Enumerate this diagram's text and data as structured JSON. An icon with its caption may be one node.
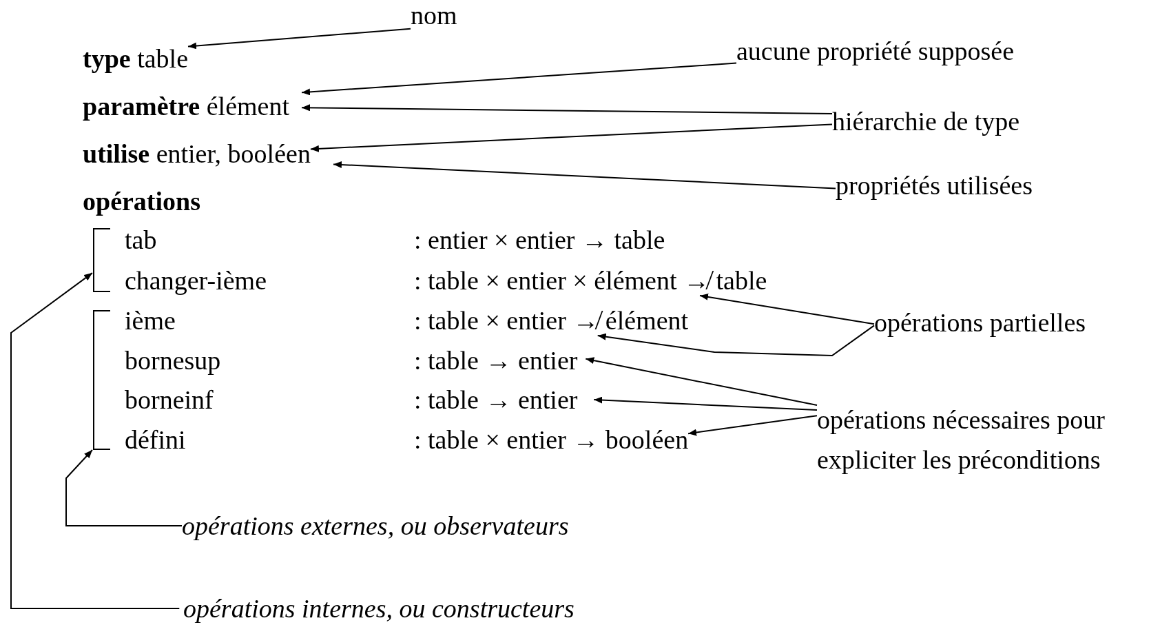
{
  "diagram": {
    "nodes": [
      {
        "text": [
          "nom"
        ]
      },
      {
        "text": [
          "**type** table"
        ]
      },
      {
        "text": [
          "aucune propriété supposée"
        ]
      },
      {
        "text": [
          "**paramètre** élément"
        ]
      },
      {
        "text": [
          "hiérarchie de type"
        ]
      },
      {
        "text": [
          "**utilise** entier, booléen"
        ]
      },
      {
        "text": [
          "propriétés utilisées"
        ]
      },
      {
        "text": [],
        "shape": "bracket"
      },
      {
        "text": [
          ": table × entier × élément ↛ table"
        ]
      },
      {
        "text": [],
        "shape": "bracket"
      },
      {
        "text": [
          ": table × entier ↛ élément"
        ]
      },
      {
        "text": [
          ": table → entier"
        ]
      },
      {
        "text": [
          ": table → entier"
        ]
      },
      {
        "text": [
          ": table × entier → booléen"
        ]
      },
      {
        "text": [
          "opérations partielles"
        ]
      },
      {
        "text": [
          "opérations nécessaires pour expliciter les préconditions"
        ]
      },
      {
        "text": [
          "opérations externes, ou observateurs"
        ]
      },
      {
        "text": [
          "opérations internes, ou constructeurs"
        ]
      }
    ],
    "edges": [
      {
        "from": 0,
        "to": 1,
        "arrow": "to"
      },
      {
        "from": 2,
        "to": 3,
        "arrow": "to"
      },
      {
        "from": 4,
        "to": 3,
        "arrow": "to"
      },
      {
        "from": 4,
        "to": 5,
        "arrow": "to"
      },
      {
        "from": 6,
        "to": 5,
        "arrow": "to"
      },
      {
        "from": 14,
        "to": 8,
        "arrow": "to"
      },
      {
        "from": 14,
        "to": 10,
        "arrow": "to"
      },
      {
        "from": 15,
        "to": 11,
        "arrow": "to"
      },
      {
        "from": 15,
        "to": 12,
        "arrow": "to"
      },
      {
        "from": 15,
        "to": 13,
        "arrow": "to"
      },
      {
        "from": 16,
        "to": 9,
        "arrow": "to"
      },
      {
        "from": 17,
        "to": 7,
        "arrow": "to"
      }
    ],
    "labels": [
      "opérations",
      "tab",
      ": entier × entier → table",
      "changer-ième",
      "ième",
      "bornesup",
      "borneinf",
      "défini"
    ]
  }
}
